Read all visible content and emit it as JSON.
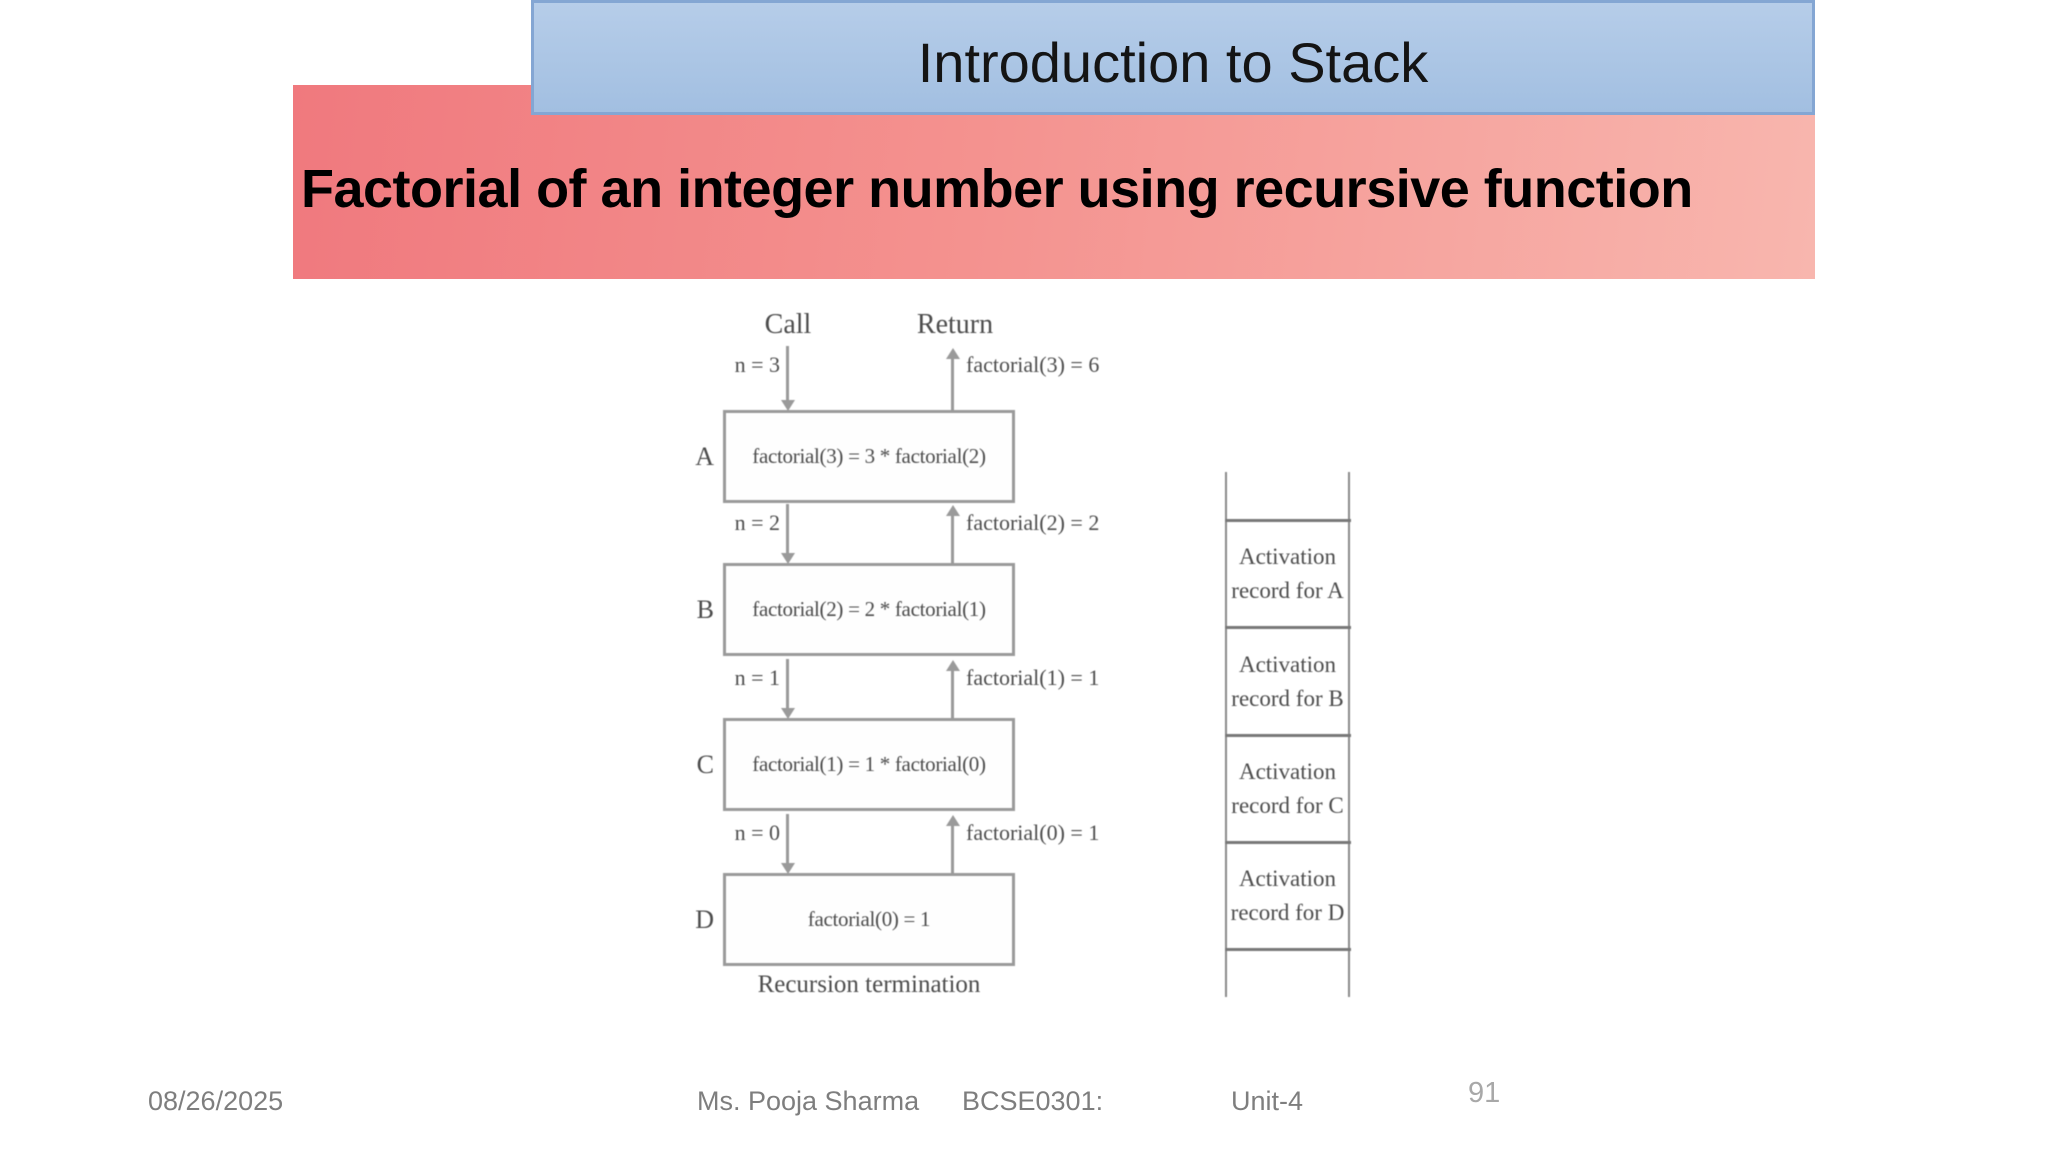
{
  "slide": {
    "title": "Introduction to Stack",
    "subtitle": "Factorial of an integer number using recursive function"
  },
  "diagram": {
    "call_header": "Call",
    "return_header": "Return",
    "rows": [
      {
        "call_label": "n = 3",
        "return_label": "factorial(3) = 6",
        "box_label": "A",
        "box_text": "factorial(3) = 3 * factorial(2)"
      },
      {
        "call_label": "n = 2",
        "return_label": "factorial(2) = 2",
        "box_label": "B",
        "box_text": "factorial(2) = 2 * factorial(1)"
      },
      {
        "call_label": "n = 1",
        "return_label": "factorial(1) = 1",
        "box_label": "C",
        "box_text": "factorial(1) = 1 * factorial(0)"
      },
      {
        "call_label": "n = 0",
        "return_label": "factorial(0) = 1",
        "box_label": "D",
        "box_text": "factorial(0) = 1"
      }
    ],
    "termination_label": "Recursion termination"
  },
  "stack": {
    "cells": [
      "Activation\nrecord for A",
      "Activation\nrecord for B",
      "Activation\nrecord for C",
      "Activation\nrecord for D"
    ]
  },
  "footer": {
    "date": "08/26/2025",
    "author": "Ms. Pooja Sharma",
    "course": "BCSE0301:",
    "unit": "Unit-4",
    "page": "91"
  },
  "colors": {
    "banner-blue-top": "#b6cde9",
    "banner-blue-bottom": "#a2bfe1",
    "banner-blue-border": "#84a6d3",
    "banner-pink-left": "#f0797e",
    "banner-pink-right": "#f8b6ae",
    "diagram-ink": "#4c4c4c",
    "diagram-line": "#9a9a9a",
    "footer-gray": "#7e7e7e",
    "page-num-gray": "#a8a8a8"
  }
}
